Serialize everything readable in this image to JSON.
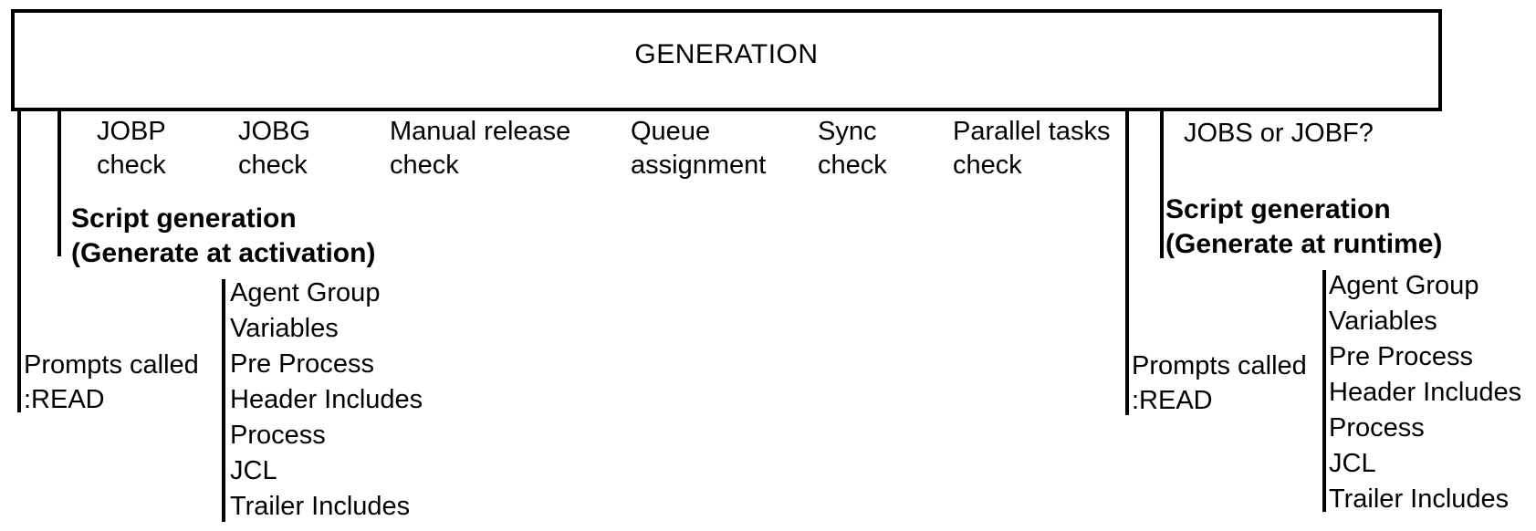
{
  "header": {
    "title": "GENERATION"
  },
  "checks": [
    {
      "line1": "JOBP",
      "line2": "check"
    },
    {
      "line1": "JOBG",
      "line2": "check"
    },
    {
      "line1": "Manual release",
      "line2": "check"
    },
    {
      "line1": "Queue",
      "line2": "assignment"
    },
    {
      "line1": "Sync",
      "line2": "check"
    },
    {
      "line1": "Parallel tasks",
      "line2": "check"
    }
  ],
  "right_question": "JOBS or JOBF?",
  "left_branch": {
    "script_generation_line1": "Script generation",
    "script_generation_line2": "(Generate at activation)",
    "prompts_line1": "Prompts called",
    "prompts_line2": ":READ",
    "script_sections": [
      "Agent Group",
      "Variables",
      "Pre Process",
      "Header Includes",
      "Process",
      "JCL",
      "Trailer Includes"
    ]
  },
  "right_branch": {
    "script_generation_line1": "Script generation",
    "script_generation_line2": "(Generate at runtime)",
    "prompts_line1": "Prompts called",
    "prompts_line2": ":READ",
    "script_sections": [
      "Agent Group",
      "Variables",
      "Pre Process",
      "Header Includes",
      "Process",
      "JCL",
      "Trailer Includes"
    ]
  },
  "colors": {
    "line": "#000000",
    "text": "#000000",
    "background": "#ffffff"
  }
}
